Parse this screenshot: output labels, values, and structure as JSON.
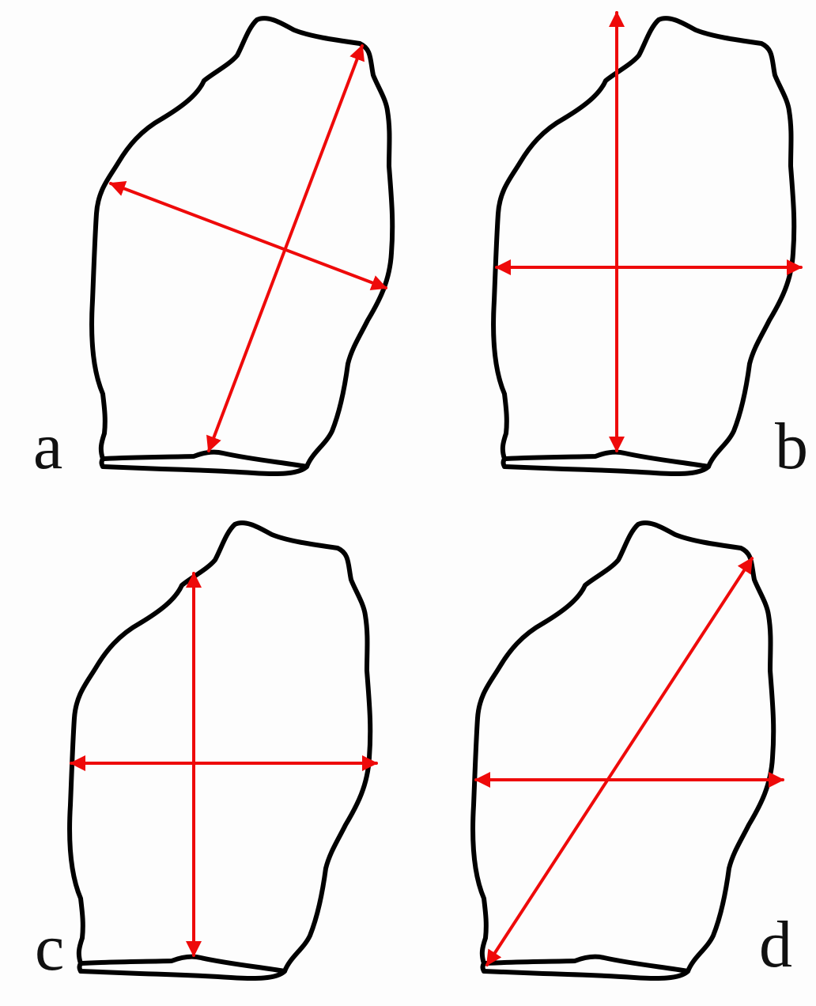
{
  "figure": {
    "measure_color": "#ee0a0a",
    "outline_color": "#000000",
    "panels": [
      {
        "label": "a"
      },
      {
        "label": "b"
      },
      {
        "label": "c"
      },
      {
        "label": "d"
      }
    ]
  }
}
